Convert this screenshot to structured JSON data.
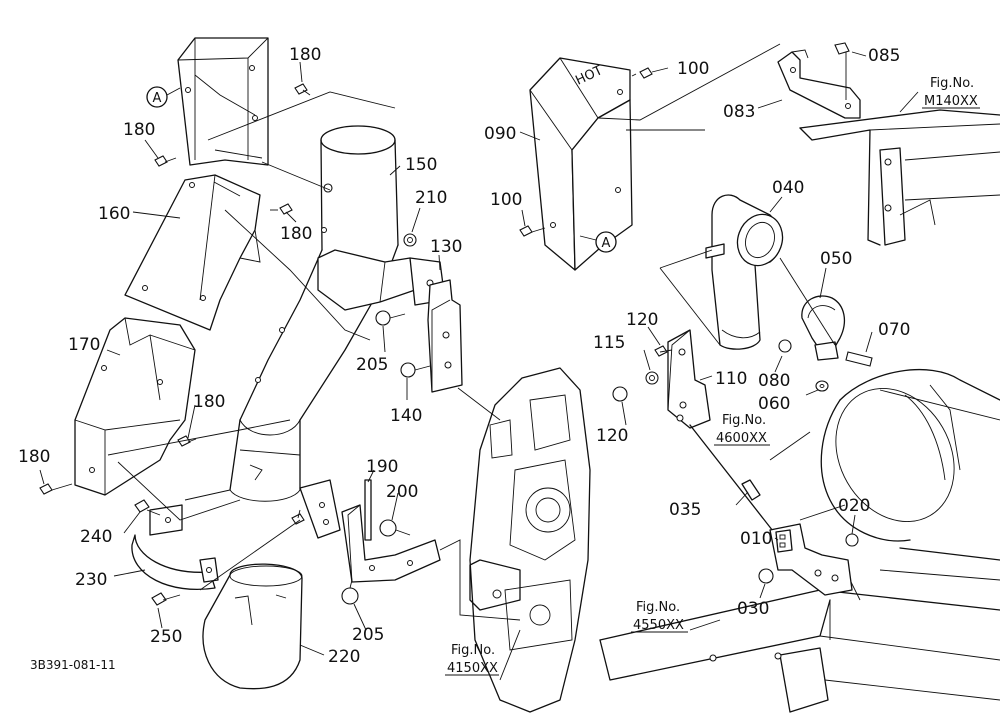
{
  "diagram": {
    "document_code": "3B391-081-11",
    "view_marker": "A",
    "parts": [
      {
        "key": "p180a",
        "number": "180"
      },
      {
        "key": "p180b",
        "number": "180"
      },
      {
        "key": "p180c",
        "number": "180"
      },
      {
        "key": "p180d",
        "number": "180"
      },
      {
        "key": "p180e",
        "number": "180"
      },
      {
        "key": "p160",
        "number": "160"
      },
      {
        "key": "p150",
        "number": "150"
      },
      {
        "key": "p210",
        "number": "210"
      },
      {
        "key": "p130",
        "number": "130"
      },
      {
        "key": "p170",
        "number": "170"
      },
      {
        "key": "p205a",
        "number": "205"
      },
      {
        "key": "p140",
        "number": "140"
      },
      {
        "key": "p190",
        "number": "190"
      },
      {
        "key": "p200",
        "number": "200"
      },
      {
        "key": "p240",
        "number": "240"
      },
      {
        "key": "p230",
        "number": "230"
      },
      {
        "key": "p250",
        "number": "250"
      },
      {
        "key": "p205b",
        "number": "205"
      },
      {
        "key": "p220",
        "number": "220"
      },
      {
        "key": "p090",
        "number": "090"
      },
      {
        "key": "p100a",
        "number": "100"
      },
      {
        "key": "p100b",
        "number": "100"
      },
      {
        "key": "p083",
        "number": "083"
      },
      {
        "key": "p085",
        "number": "085"
      },
      {
        "key": "p040",
        "number": "040"
      },
      {
        "key": "p050",
        "number": "050"
      },
      {
        "key": "p070",
        "number": "070"
      },
      {
        "key": "p120a",
        "number": "120"
      },
      {
        "key": "p115",
        "number": "115"
      },
      {
        "key": "p110",
        "number": "110"
      },
      {
        "key": "p120b",
        "number": "120"
      },
      {
        "key": "p080",
        "number": "080"
      },
      {
        "key": "p060",
        "number": "060"
      },
      {
        "key": "p035",
        "number": "035"
      },
      {
        "key": "p010",
        "number": "010"
      },
      {
        "key": "p020",
        "number": "020"
      },
      {
        "key": "p030",
        "number": "030"
      }
    ],
    "figure_refs": [
      {
        "key": "m140",
        "title": "Fig.No.",
        "code": "M140XX"
      },
      {
        "key": "f4600",
        "title": "Fig.No.",
        "code": "4600XX"
      },
      {
        "key": "f4150",
        "title": "Fig.No.",
        "code": "4150XX"
      },
      {
        "key": "f4550",
        "title": "Fig.No.",
        "code": "4550XX"
      }
    ],
    "stamp_text": "HOT"
  }
}
